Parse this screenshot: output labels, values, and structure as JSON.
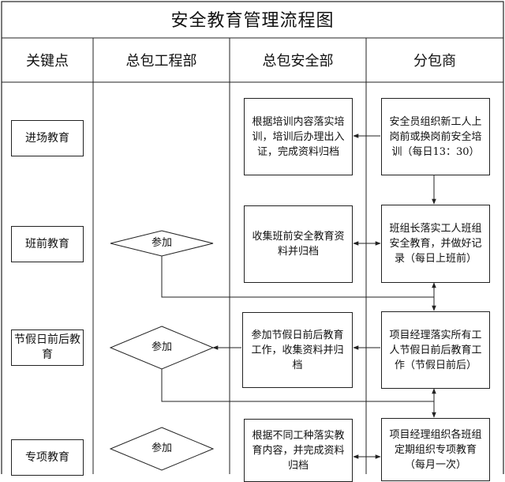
{
  "title": "安全教育管理流程图",
  "columns": {
    "key_points": "关键点",
    "engineering": "总包工程部",
    "safety": "总包安全部",
    "subcontractor": "分包商"
  },
  "rows": [
    {
      "key": "进场教育",
      "safety": "根据培训内容落实培训，培训后办理出入证，完成资料归档",
      "subcontractor": "安全员组织新工人上岗前或换岗前安全培训（每日13：30）"
    },
    {
      "key": "班前教育",
      "engineering": "参加",
      "safety": "收集班前安全教育资料并归档",
      "subcontractor": "班组长落实工人班组安全教育，并做好记录（每日上班前）"
    },
    {
      "key": "节假日前后教育",
      "engineering": "参加",
      "safety": "参加节假日前后教育工作，收集资料并归档",
      "subcontractor": "项目经理落实所有工人节假日前后教育工作（节假日前后）"
    },
    {
      "key": "专项教育",
      "engineering": "参加",
      "safety": "根据不同工种落实教育内容，并完成资料归档",
      "subcontractor": "项目经理组织各班组定期组织专项教育（每月一次）"
    }
  ],
  "colors": {
    "line": "#222222",
    "background": "#ffffff",
    "text": "#111111"
  }
}
